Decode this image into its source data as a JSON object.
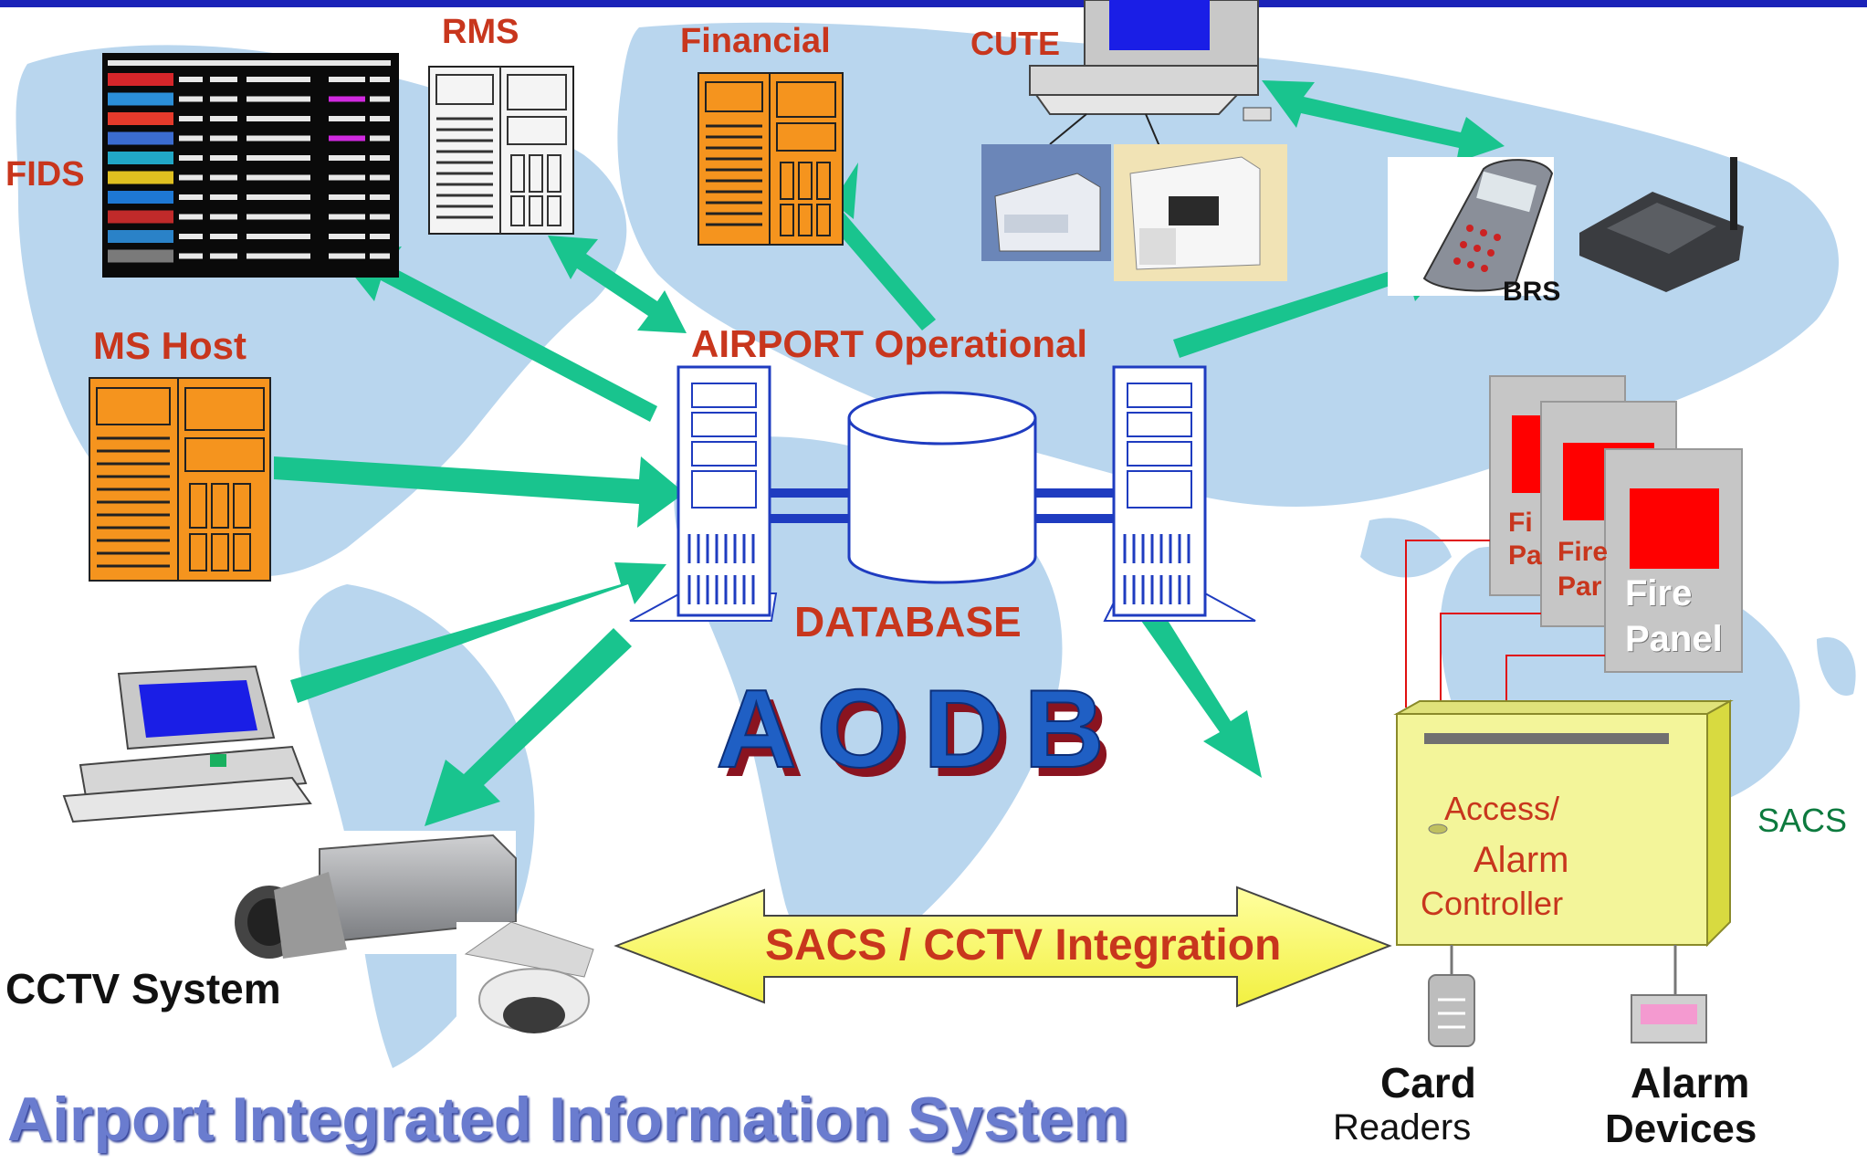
{
  "title": "Airport Integrated Information System",
  "center": {
    "operational_label": "AIRPORT Operational",
    "database_label": "DATABASE",
    "aodb_label": "AODB"
  },
  "nodes": {
    "fids": "FIDS",
    "rms": "RMS",
    "financial": "Financial",
    "cute": "CUTE",
    "brs": "BRS",
    "ms_host": "MS Host",
    "cctv_system": "CCTV System",
    "sacs": "SACS",
    "card_readers_line1": "Card",
    "card_readers_line2": "Readers",
    "alarm_devices_line1": "Alarm",
    "alarm_devices_line2": "Devices"
  },
  "controller": {
    "line1": "Access/",
    "line2": "Alarm",
    "line3": "Controller"
  },
  "fire_panels": {
    "front_line1": "Fire",
    "front_line2": "Panel",
    "mid_line1": "Fire",
    "mid_line2": "Par",
    "back_line1": "Fi",
    "back_line2": "Pa"
  },
  "integration": {
    "label": "SACS / CCTV Integration"
  },
  "colors": {
    "arrow": "#19c48e",
    "label_red": "#c8361d",
    "map_blue": "#b9d6ee",
    "server_orange": "#f5941e",
    "integration_yellow": "#ffff66",
    "controller_yellow": "#f3f59a",
    "aodb_blue": "#1f5fc4",
    "top_bar": "#1a22b8"
  },
  "icons": {
    "fids_board": "flight-display-board-icon",
    "rms_server": "server-tower-icon",
    "financial_server": "server-tower-icon",
    "cute_workstation": "computer-workstation-icon",
    "printer": "printer-icon",
    "brs_handheld": "handheld-scanner-icon",
    "wireless_base": "wireless-base-station-icon",
    "ms_host_server": "server-tower-icon",
    "database": "database-cylinder-icon",
    "cctv_camera": "cctv-camera-icon",
    "dome_camera": "dome-camera-icon",
    "workstation": "computer-workstation-icon",
    "card_reader": "card-reader-icon",
    "alarm_device": "alarm-device-icon"
  }
}
